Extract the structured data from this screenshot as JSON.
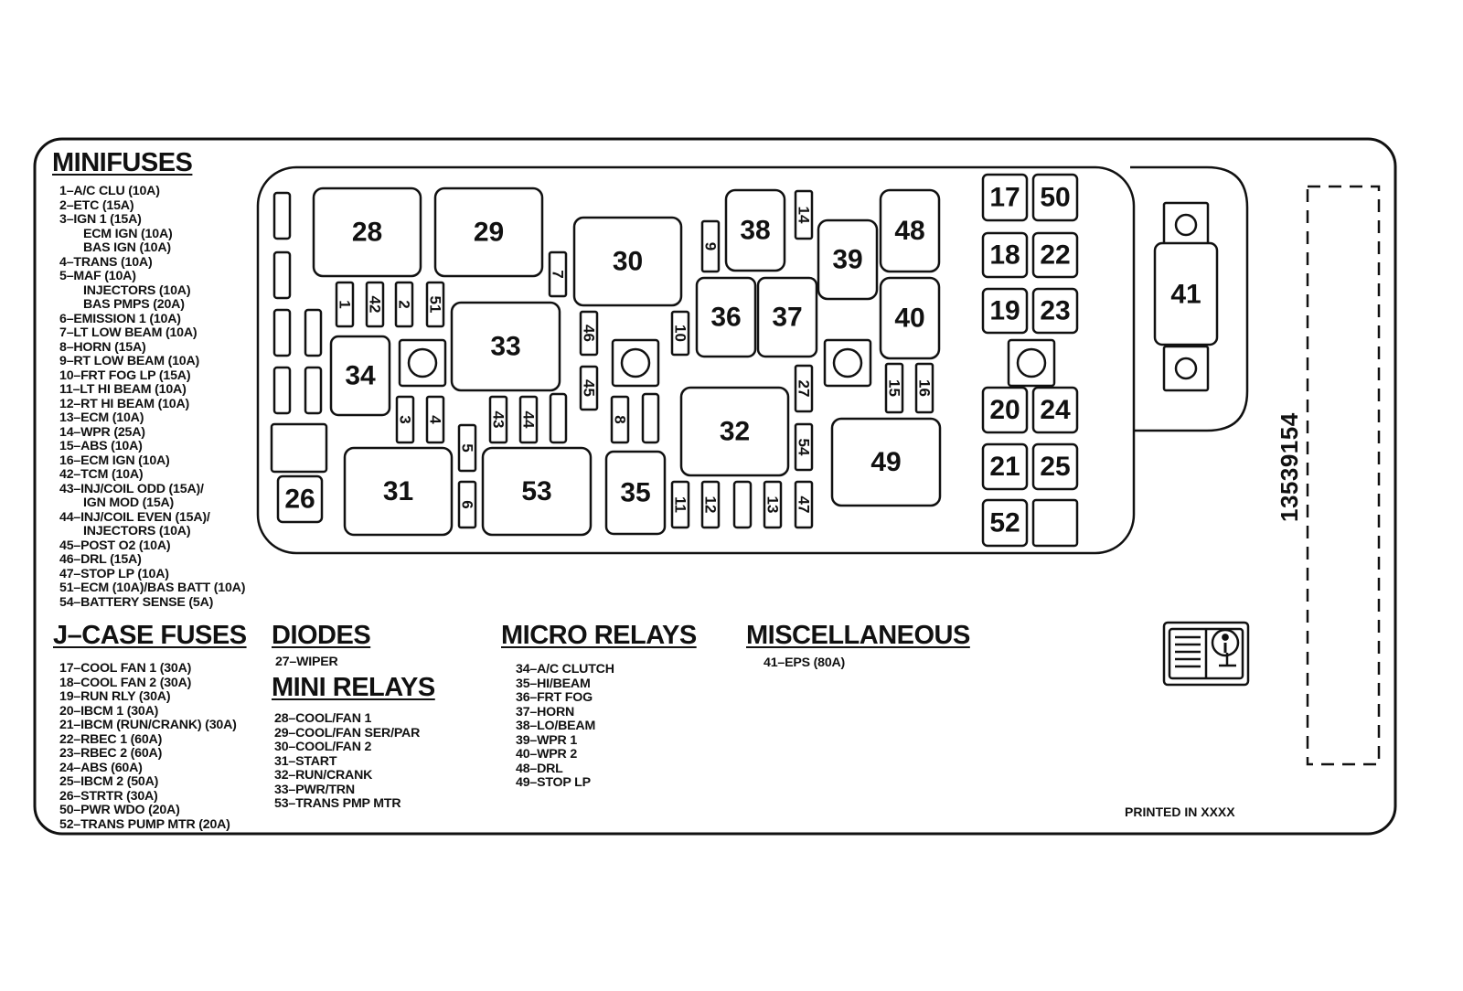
{
  "sections": {
    "minifuses": {
      "title": "MINIFUSES",
      "items": [
        "1–A/C CLU (10A)",
        "2–ETC (15A)",
        "3–IGN 1 (15A)",
        "ECM IGN (10A)",
        "BAS IGN (10A)",
        "4–TRANS (10A)",
        "5–MAF (10A)",
        "INJECTORS (10A)",
        "BAS PMPS (20A)",
        "6–EMISSION 1 (10A)",
        "7–LT LOW BEAM (10A)",
        "8–HORN (15A)",
        "9–RT LOW BEAM (10A)",
        "10–FRT FOG LP (15A)",
        "11–LT HI BEAM (10A)",
        "12–RT HI BEAM (10A)",
        "13–ECM (10A)",
        "14–WPR (25A)",
        "15–ABS (10A)",
        "16–ECM IGN (10A)",
        "42–TCM (10A)",
        "43–INJ/COIL ODD (15A)/",
        "IGN MOD (15A)",
        "44–INJ/COIL EVEN (15A)/",
        "INJECTORS (10A)",
        "45–POST O2 (10A)",
        "46–DRL (15A)",
        "47–STOP LP (10A)",
        "51–ECM (10A)/BAS BATT (10A)",
        "54–BATTERY SENSE (5A)"
      ]
    },
    "jcase": {
      "title": "J–CASE FUSES",
      "items": [
        "17–COOL FAN 1 (30A)",
        "18–COOL FAN 2 (30A)",
        "19–RUN RLY (30A)",
        "20–IBCM 1 (30A)",
        "21–IBCM (RUN/CRANK) (30A)",
        "22–RBEC 1 (60A)",
        "23–RBEC 2 (60A)",
        "24–ABS (60A)",
        "25–IBCM 2 (50A)",
        "26–STRTR (30A)",
        "50–PWR WDO (20A)",
        "52–TRANS PUMP MTR (20A)"
      ]
    },
    "diodes": {
      "title": "DIODES",
      "items": [
        "27–WIPER"
      ]
    },
    "mini_relays": {
      "title": "MINI RELAYS",
      "items": [
        "28–COOL/FAN 1",
        "29–COOL/FAN SER/PAR",
        "30–COOL/FAN 2",
        "31–START",
        "32–RUN/CRANK",
        "33–PWR/TRN",
        "53–TRANS PMP MTR"
      ]
    },
    "micro_relays": {
      "title": "MICRO RELAYS",
      "items": [
        "34–A/C CLUTCH",
        "35–HI/BEAM",
        "36–FRT FOG",
        "37–HORN",
        "38–LO/BEAM",
        "39–WPR 1",
        "40–WPR 2",
        "48–DRL",
        "49–STOP LP"
      ]
    },
    "misc": {
      "title": "MISCELLANEOUS",
      "items": [
        "41–EPS (80A)"
      ]
    }
  },
  "part_number": "13539154",
  "printed_in": "PRINTED IN XXXX",
  "icons": {
    "manual": "owner-manual-info-icon"
  },
  "fuse_box": {
    "large_relays": [
      "28",
      "29",
      "30",
      "31",
      "32",
      "33",
      "53",
      "49",
      "48",
      "40",
      "38",
      "39"
    ],
    "micro_relays": [
      "34",
      "35",
      "36",
      "37"
    ],
    "jcase_fuses": [
      "17",
      "50",
      "18",
      "22",
      "19",
      "23",
      "20",
      "24",
      "21",
      "25",
      "52",
      "26"
    ],
    "mini_fuses": [
      "1",
      "42",
      "2",
      "51",
      "7",
      "46",
      "45",
      "10",
      "9",
      "14",
      "3",
      "4",
      "43",
      "44",
      "5",
      "6",
      "8",
      "27",
      "54",
      "15",
      "16",
      "11",
      "12",
      "13",
      "47"
    ],
    "mega_fuse": "41"
  },
  "colors": {
    "ink": "#111111",
    "background": "#ffffff"
  }
}
